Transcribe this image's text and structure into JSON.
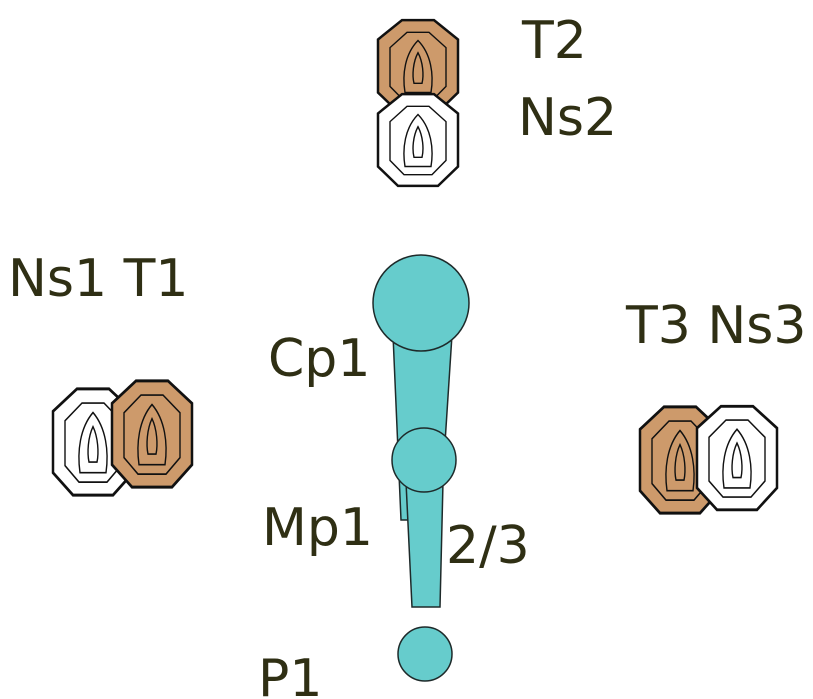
{
  "labels": {
    "t2": "T2",
    "ns2": "Ns2",
    "ns1_t1": "Ns1 T1",
    "t3_ns3": "T3 Ns3",
    "cp1": "Cp1",
    "mp1": "Mp1",
    "fraction": "2/3",
    "p1": "P1"
  },
  "colors": {
    "target_brown": "#cd9a6b",
    "target_white": "#ffffff",
    "target_stroke": "#111111",
    "player_cyan": "#66cccc",
    "player_stroke": "#1e2a2a",
    "label_text": "#2f2f14"
  }
}
